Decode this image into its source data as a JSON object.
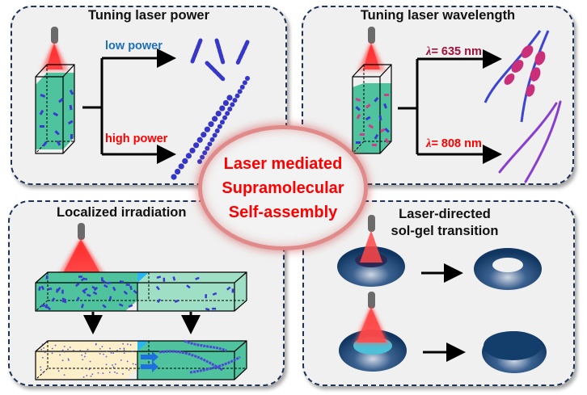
{
  "figure": {
    "panels": [
      {
        "id": "tuning-laser-power",
        "title": "Tuning laser power",
        "branches": [
          {
            "label": "low power",
            "color": "#1a6fbf",
            "outcome": "short helical aggregates"
          },
          {
            "label": "high power",
            "color": "#ff0000",
            "outcome": "long bead-like chains"
          }
        ]
      },
      {
        "id": "tuning-laser-wavelength",
        "title": "Tuning laser wavelength",
        "branches": [
          {
            "symbol": "λ",
            "label": "= 635 nm",
            "color": "#a3103a",
            "outcome": "helical twisted fibers"
          },
          {
            "symbol": "λ",
            "label": "= 808 nm",
            "color": "#ff0000",
            "outcome": "straight purple fibers"
          }
        ]
      },
      {
        "id": "localized-irradiation",
        "title": "Localized irradiation"
      },
      {
        "id": "sol-gel-transition",
        "title_lines": [
          "Laser-directed",
          "sol-gel transition"
        ]
      }
    ],
    "center": {
      "lines": [
        "Laser mediated",
        "Supramolecular",
        "Self-assembly"
      ],
      "color": "#ff0000"
    },
    "colors": {
      "panel_border": "#1f3354",
      "panel_bg": "#f0f0f0",
      "solution": "#4fc39d",
      "solution_light": "#9fdfc6",
      "sol_yellow": "#fcefc9",
      "molecule_blue": "#3a3ad0",
      "molecule_pink": "#d23a8a",
      "laser_red": "#ff3030",
      "torus": "#173f6e",
      "gel_blue": "#2bb6f0"
    }
  }
}
